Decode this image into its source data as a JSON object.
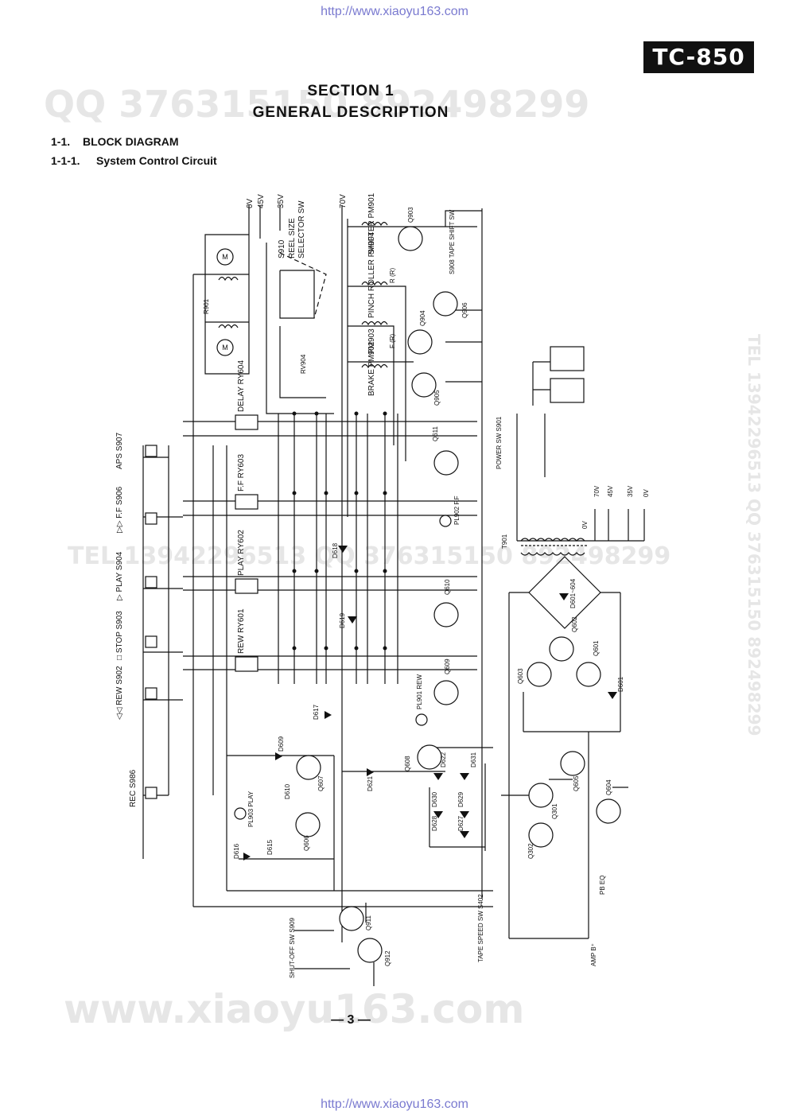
{
  "watermark_top_url": "http://www.xiaoyu163.com",
  "watermark_bottom_url": "http://www.xiaoyu163.com",
  "model_badge": "TC-850",
  "section": {
    "line1": "SECTION 1",
    "line2": "GENERAL DESCRIPTION"
  },
  "headings": {
    "h1_num": "1-1.",
    "h1_text": "BLOCK DIAGRAM",
    "h2_num": "1-1-1.",
    "h2_text": "System Control Circuit"
  },
  "ghost_watermarks": {
    "qq_top": "QQ 376315150 892498299",
    "tel_mid": "TEL 13942296513 QQ 376315150 892498299",
    "tel_side": "TEL 13942296513 QQ 376315150 892498299",
    "www_bottom": "www.xiaoyu163.com"
  },
  "page_number": "— 3 —",
  "diagram": {
    "rails": [
      "0V",
      "45V",
      "35V",
      "70V"
    ],
    "reel_size_sw": [
      "S910",
      "REEL SIZE",
      "SELECTOR SW"
    ],
    "switches": [
      "APS S907",
      "▷▷ F.F S906",
      "▷ PLAY S904",
      "□ STOP S903",
      "◁◁ REW S902",
      "REC S986"
    ],
    "relays": [
      "DELAY RY604",
      "F.F RY603",
      "PLAY RY602",
      "REW RY601"
    ],
    "plungers": [
      "SHIFTER PM901",
      "PINCH ROLLER PM904",
      "PM903",
      "BRAKE PM902"
    ],
    "pm_tags": [
      "R (R)",
      "F (R)"
    ],
    "transistors": [
      "Q903",
      "Q906",
      "Q904",
      "Q905",
      "Q611",
      "Q610",
      "Q609",
      "Q608",
      "Q607",
      "Q606",
      "Q603",
      "Q602",
      "Q601",
      "Q605",
      "Q604",
      "Q301",
      "Q302",
      "Q911",
      "Q912"
    ],
    "diodes": [
      "D618",
      "D619",
      "D617",
      "D609",
      "D610",
      "D616",
      "D615",
      "D621",
      "D622",
      "D631",
      "D630",
      "D629",
      "D628",
      "D627",
      "D601~604",
      "D601"
    ],
    "resistors": [
      "R901",
      "RV904"
    ],
    "lamps": [
      "PL902 F.F",
      "PL901 REW",
      "PL903 PLAY"
    ],
    "misc_switches": [
      "S908 TAPE SHIFT SW",
      "POWER SW S901",
      "SHUT-OFF SW S909",
      "TAPE SPEED SW S402"
    ],
    "transformer": "T901",
    "tr_taps": [
      "70V",
      "45V",
      "35V",
      "0V",
      "0V"
    ],
    "outputs": [
      "PB EQ",
      "AMP B⁺"
    ]
  }
}
